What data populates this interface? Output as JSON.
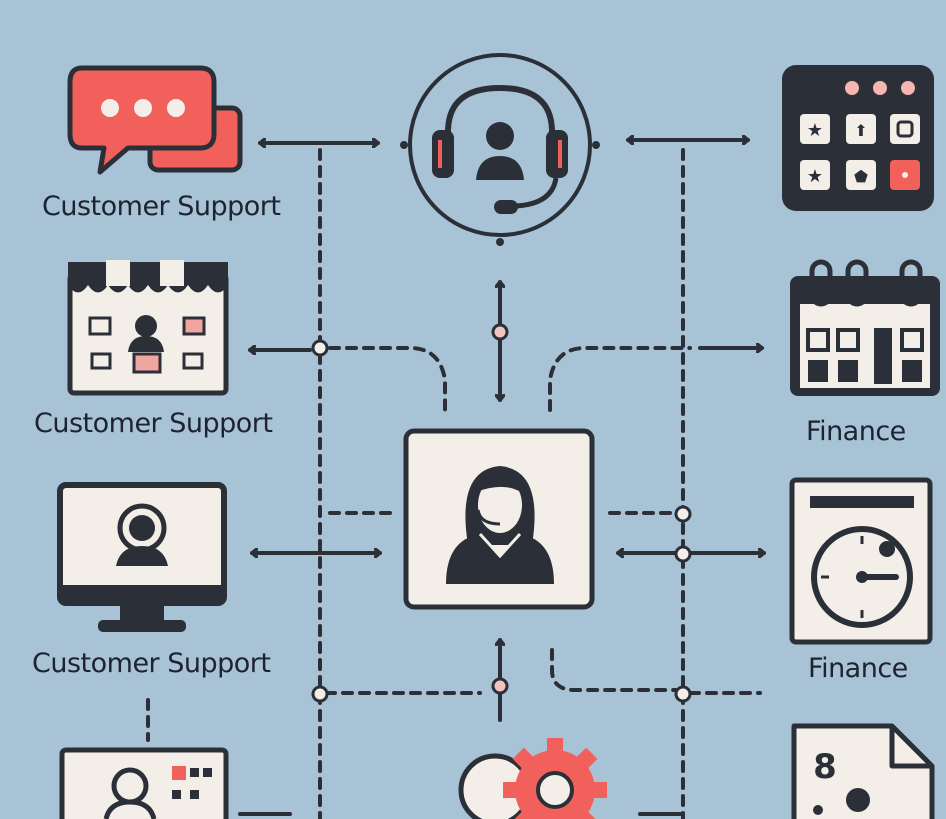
{
  "labels": {
    "left_1": "Customer Support",
    "left_2": "Customer Support",
    "left_3": "Customer Support",
    "right_1": "Finance",
    "right_2": "Finance"
  },
  "colors": {
    "background": "#a9c3d6",
    "ink": "#2b2f38",
    "accent": "#f2605c",
    "tile": "#f3efe8"
  },
  "icons": {
    "top_left": "chat-bubbles-icon",
    "top_center": "headset-agent-icon",
    "top_right": "keypad-icon",
    "left_2": "storefront-icon",
    "right_2": "calendar-icon",
    "center": "agent-avatar-icon",
    "left_3": "monitor-agent-icon",
    "right_3": "clock-document-icon",
    "bottom_left": "video-call-icon",
    "bottom_center": "gear-icon",
    "bottom_right": "document-icon"
  }
}
